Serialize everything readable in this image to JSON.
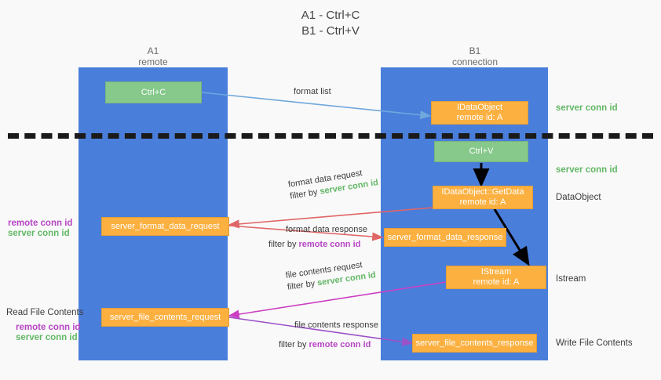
{
  "title": {
    "line1": "A1 - Ctrl+C",
    "line2": "B1 - Ctrl+V"
  },
  "columns": [
    {
      "name": "A1",
      "sub": "remote"
    },
    {
      "name": "B1",
      "sub": "connection"
    }
  ],
  "boxes": {
    "ctrl_c": {
      "label": "Ctrl+C",
      "color": "#86c98b"
    },
    "ctrl_v": {
      "label": "Ctrl+V",
      "color": "#86c98b"
    },
    "idataobject": {
      "line1": "IDataObject",
      "line2": "remote id: A",
      "color": "#fbb040"
    },
    "getdata": {
      "line1": "IDataObject::GetData",
      "line2": "remote id: A",
      "color": "#fbb040"
    },
    "istream": {
      "line1": "IStream",
      "line2": "remote id: A",
      "color": "#fbb040"
    },
    "format_data_request": {
      "label": "server_format_data_request",
      "color": "#fbb040"
    },
    "format_data_response": {
      "label": "server_format_data_response",
      "color": "#fbb040"
    },
    "file_contents_request": {
      "label": "server_file_contents_request",
      "color": "#fbb040"
    },
    "file_contents_response": {
      "label": "server_file_contents_response",
      "color": "#fbb040"
    }
  },
  "edges": {
    "format_list": "format list",
    "format_data_request": "format data request",
    "format_data_request_filter_prefix": "filter by ",
    "format_data_request_filter_value": "server conn id",
    "format_data_response": "format data response",
    "format_data_response_filter_prefix": "filter by ",
    "format_data_response_filter_value": "remote conn id",
    "file_contents_request": "file contents request",
    "file_contents_request_filter_prefix": "filter by ",
    "file_contents_request_filter_value": "server conn id",
    "file_contents_response": "file contents response",
    "file_contents_response_filter_prefix": "filter by ",
    "file_contents_response_filter_value": "remote conn id"
  },
  "side_labels": {
    "right_server_conn_1": "server conn id",
    "right_server_conn_2": "server conn id",
    "right_dataobject": "DataObject",
    "right_istream": "Istream",
    "right_write_file_contents": "Write File Contents",
    "left_remote_conn_1": "remote conn id",
    "left_server_conn_1": "server conn id",
    "left_read_file_contents": "Read File Contents",
    "left_remote_conn_2": "remote conn id",
    "left_server_conn_2": "server conn id"
  },
  "colors": {
    "lane": "#4a7edb",
    "green_box": "#86c98b",
    "orange_box": "#fbb040",
    "green_text": "#63b766",
    "purple_text": "#b645c4",
    "blue_arrow": "#6fa8dc",
    "red_arrow": "#e06666",
    "black_arrow": "#000000",
    "magenta_arrow": "#cc3fc2",
    "purple_arrow": "#9b51c7",
    "background": "#f9f9f9"
  }
}
